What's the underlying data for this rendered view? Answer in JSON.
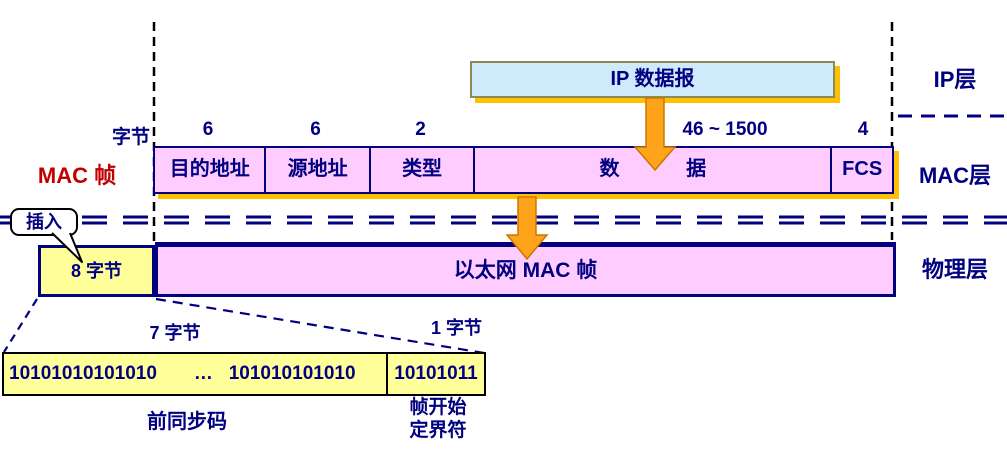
{
  "colors": {
    "navy": "#000080",
    "red": "#C00000",
    "pink": "#FFCCFF",
    "yellow": "#FFFF99",
    "light_blue": "#CFEAFB",
    "gold": "#FFC000",
    "orange": "#FFA31A"
  },
  "header": {
    "byte_unit": "字节",
    "mac_frame_label": "MAC 帧"
  },
  "layers": {
    "ip": "IP层",
    "mac": "MAC层",
    "physical": "物理层"
  },
  "ip_datagram_label": "IP 数据报",
  "mac_frame": {
    "fields": [
      {
        "size": "6",
        "name": "目的地址"
      },
      {
        "size": "6",
        "name": "源地址"
      },
      {
        "size": "2",
        "name": "类型"
      },
      {
        "size": "46 ~ 1500",
        "name": "数            据"
      },
      {
        "size": "4",
        "name": "FCS"
      }
    ]
  },
  "physical_row": {
    "insert_label": "插入",
    "preamble_bytes": "8 字节",
    "ethernet_frame_label": "以太网 MAC 帧"
  },
  "preamble_detail": {
    "seven_bytes": "7 字节",
    "one_byte": "1 字节",
    "preamble_bits": "10101010101010       …   101010101010",
    "sfd_bits": "10101011",
    "preamble_name": "前同步码",
    "sfd_name_line1": "帧开始",
    "sfd_name_line2": "定界符"
  }
}
